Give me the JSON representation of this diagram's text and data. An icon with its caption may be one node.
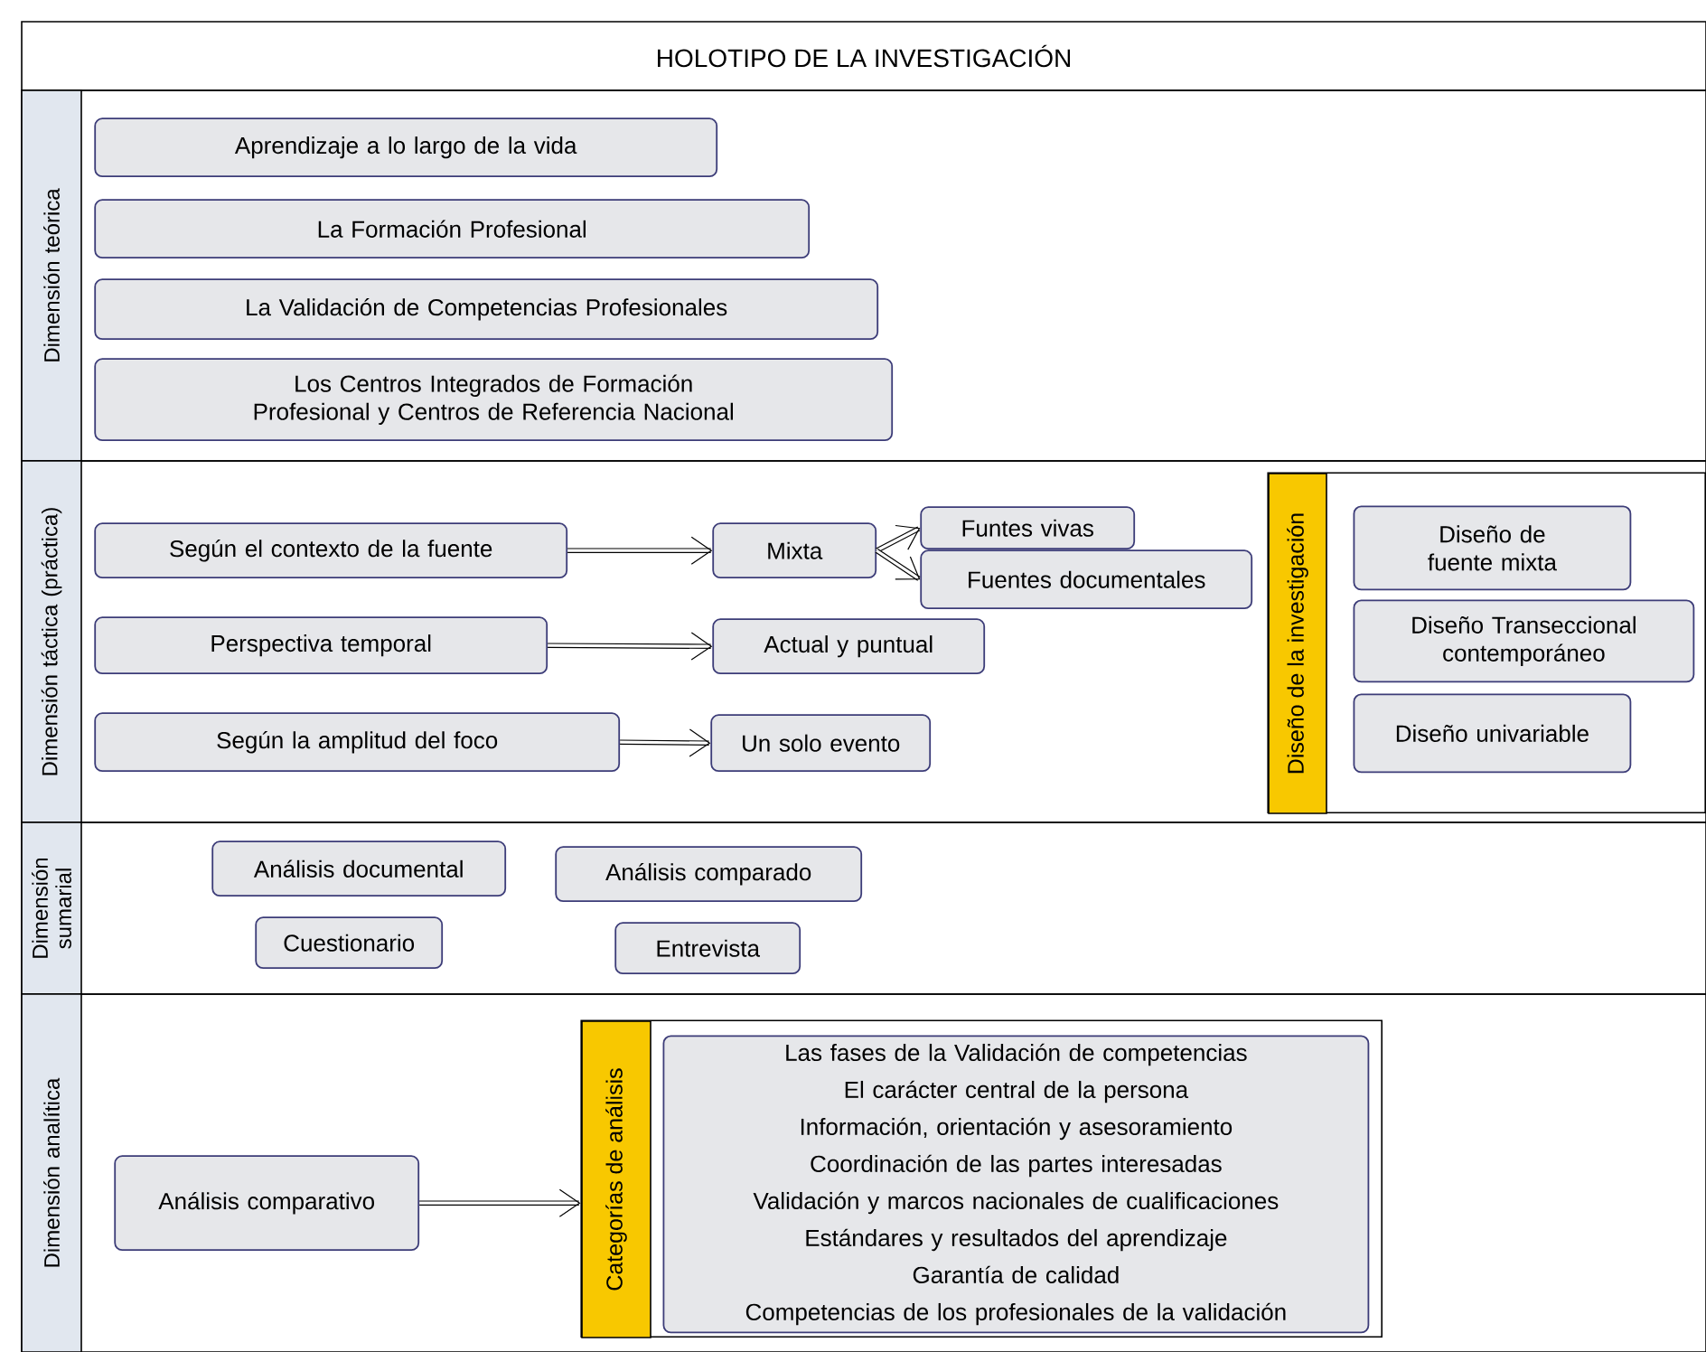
{
  "diagram": {
    "title": "HOLOTIPO DE LA INVESTIGACIÓN",
    "nodes": [
      {
        "text": [
          "Dimensión teórica"
        ]
      },
      {
        "text": [
          "Aprendizaje a lo largo de la vida"
        ],
        "in": 0
      },
      {
        "text": [
          "La Formación Profesional"
        ],
        "in": 0
      },
      {
        "text": [
          "La Validación de Competencias Profesionales"
        ],
        "in": 0
      },
      {
        "text": [
          "Los Centros Integrados de Formación Profesional y Centros de Referencia Nacional"
        ],
        "in": 0
      },
      {
        "text": [
          "Dimensión táctica (práctica)"
        ]
      },
      {
        "text": [
          "Según el contexto de la fuente"
        ],
        "in": 5
      },
      {
        "text": [
          "Mixta"
        ],
        "in": 5
      },
      {
        "text": [
          "Funtes vivas"
        ],
        "in": 5
      },
      {
        "text": [
          "Fuentes documentales"
        ],
        "in": 5
      },
      {
        "text": [
          "Perspectiva temporal"
        ],
        "in": 5
      },
      {
        "text": [
          "Actual y puntual"
        ],
        "in": 5
      },
      {
        "text": [
          "Según la amplitud del foco"
        ],
        "in": 5
      },
      {
        "text": [
          "Un solo evento"
        ],
        "in": 5
      },
      {
        "text": [
          "Diseño de la investigación"
        ],
        "in": 5
      },
      {
        "text": [
          "Diseño de fuente mixta"
        ],
        "in": 14
      },
      {
        "text": [
          "Diseño Transeccional contemporáneo"
        ],
        "in": 14
      },
      {
        "text": [
          "Diseño univariable"
        ],
        "in": 14
      },
      {
        "text": [
          "Dimensión sumarial"
        ]
      },
      {
        "text": [
          "Análisis documental"
        ],
        "in": 18
      },
      {
        "text": [
          "Análisis comparado"
        ],
        "in": 18
      },
      {
        "text": [
          "Cuestionario"
        ],
        "in": 18
      },
      {
        "text": [
          "Entrevista"
        ],
        "in": 18
      },
      {
        "text": [
          "Dimensión analítica"
        ]
      },
      {
        "text": [
          "Análisis comparativo"
        ],
        "in": 23
      },
      {
        "text": [
          "Categorías de análisis"
        ],
        "in": 23
      },
      {
        "text": [
          "Las fases de la Validación de competencias",
          "El carácter central de la persona",
          "Información, orientación y asesoramiento",
          "Coordinación de las partes interesadas",
          "Validación y marcos nacionales de cualificaciones",
          "Estándares y resultados del aprendizaje",
          "Garantía de calidad",
          "Competencias de los profesionales de la validación"
        ],
        "in": 25
      }
    ],
    "edges": [
      {
        "from": 6,
        "to": 7,
        "arrow": "to"
      },
      {
        "from": 7,
        "to": 8,
        "arrow": "to"
      },
      {
        "from": 7,
        "to": 9,
        "arrow": "to"
      },
      {
        "from": 10,
        "to": 11,
        "arrow": "to"
      },
      {
        "from": 12,
        "to": 13,
        "arrow": "to"
      },
      {
        "from": 24,
        "to": 25,
        "arrow": "to"
      }
    ]
  }
}
